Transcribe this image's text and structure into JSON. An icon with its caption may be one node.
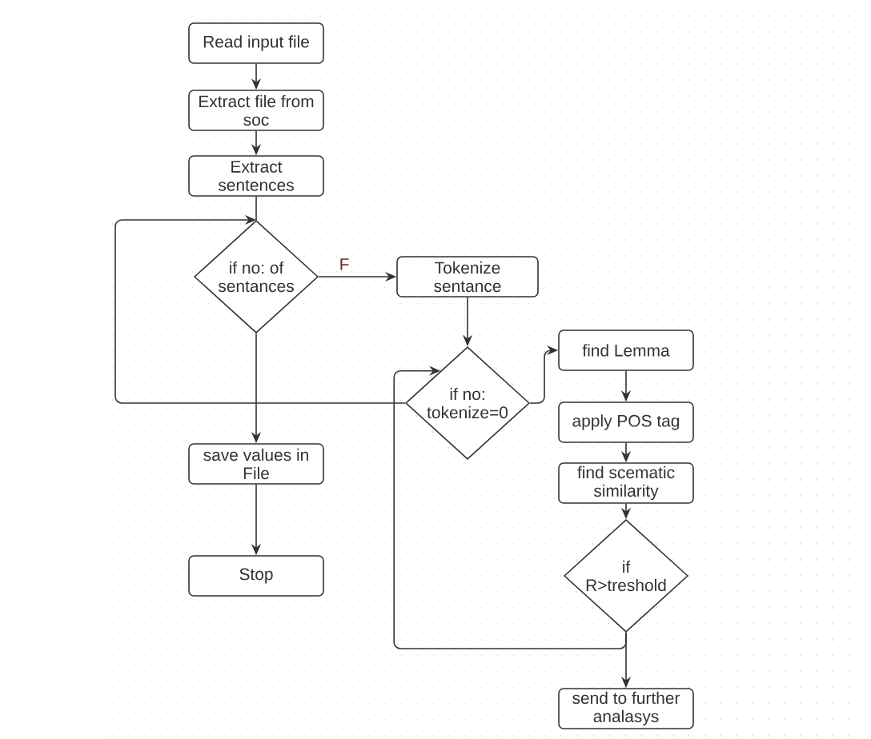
{
  "diagram": {
    "nodes": [
      {
        "text": [
          "Read input file"
        ]
      },
      {
        "text": [
          "Extract file from soc"
        ]
      },
      {
        "text": [
          "Extract sentences"
        ]
      },
      {
        "text": [
          "if no: of sentances"
        ]
      },
      {
        "text": [
          "Tokenize sentance"
        ]
      },
      {
        "text": [
          "if no: tokenize=0"
        ]
      },
      {
        "text": [
          "find Lemma"
        ]
      },
      {
        "text": [
          "apply POS tag"
        ]
      },
      {
        "text": [
          "find scematic similarity"
        ]
      },
      {
        "text": [
          "if R>treshold"
        ]
      },
      {
        "text": [
          "send to further analasys"
        ]
      },
      {
        "text": [
          "save values in File"
        ]
      },
      {
        "text": [
          "Stop"
        ]
      }
    ],
    "edges": [
      {
        "from": 0,
        "to": 1,
        "arrow": "to"
      },
      {
        "from": 1,
        "to": 2,
        "arrow": "to"
      },
      {
        "from": 2,
        "to": 3,
        "arrow": "none"
      },
      {
        "from": 3,
        "to": 4,
        "arrow": "to",
        "label": "F"
      },
      {
        "from": 3,
        "to": 11,
        "arrow": "to"
      },
      {
        "from": 4,
        "to": 5,
        "arrow": "to"
      },
      {
        "from": 5,
        "to": 6,
        "arrow": "to"
      },
      {
        "from": 6,
        "to": 7,
        "arrow": "to"
      },
      {
        "from": 7,
        "to": 8,
        "arrow": "to"
      },
      {
        "from": 8,
        "to": 9,
        "arrow": "to"
      },
      {
        "from": 9,
        "to": 10,
        "arrow": "to"
      },
      {
        "from": 11,
        "to": 12,
        "arrow": "to"
      },
      {
        "from": 5,
        "to": 3,
        "arrow": "to"
      },
      {
        "from": 9,
        "to": 5,
        "arrow": "to"
      }
    ]
  }
}
